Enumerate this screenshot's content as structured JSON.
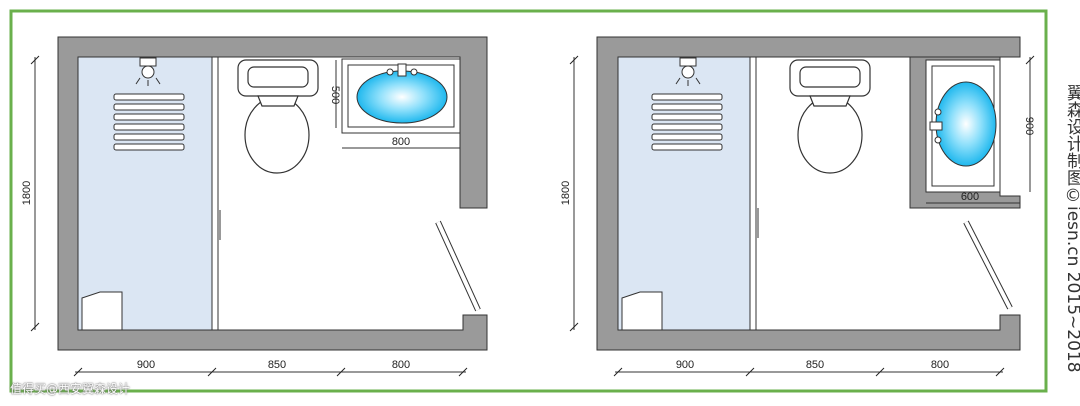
{
  "left_plan": {
    "height_dim": "1800",
    "sink_depth_dim": "500",
    "sink_width_dim": "800",
    "bottom_dims": [
      "900",
      "850",
      "800"
    ]
  },
  "right_plan": {
    "height_dim": "1800",
    "sink_depth_dim": "900",
    "sink_width_dim": "600",
    "bottom_dims": [
      "900",
      "850",
      "800"
    ]
  },
  "brand_text": "翼森设计制图©iesn.cn 2015~2018",
  "watermark": "值得买@西安翼森设计",
  "colors": {
    "frame": "#6ab04c",
    "wall": "#9a9a9a",
    "shower": "#dbe6f3",
    "basin": "#2ec4f0"
  }
}
